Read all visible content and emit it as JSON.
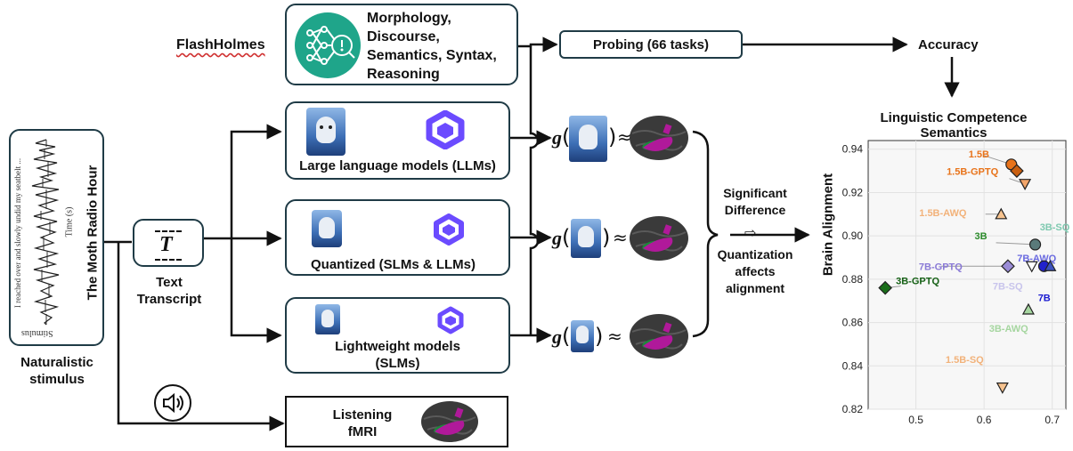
{
  "title_link": "FlashHolmes",
  "probing_topics": [
    "Morphology,",
    "Discourse,",
    "Semantics, Syntax,",
    "Reasoning"
  ],
  "probing_box": "Probing (66 tasks)",
  "accuracy": "Accuracy",
  "stimulus": {
    "vertical_title": "The Moth Radio Hour",
    "transcript_snippet": "I reached over and slowly undid my seatbelt ...",
    "time_axis": "Time (s)",
    "waveform_label": "Stimulus",
    "caption_line1": "Naturalistic",
    "caption_line2": "stimulus"
  },
  "transcript": {
    "line1": "Text",
    "line2": "Transcript",
    "icon_glyph": "T"
  },
  "models": {
    "llm": "Large language models (LLMs)",
    "quantized": "Quantized (SLMs & LLMs)",
    "slm_line1": "Lightweight models",
    "slm_line2": "(SLMs)"
  },
  "listening": {
    "line1": "Listening",
    "line2": "fMRI"
  },
  "alignment_formula": {
    "g": "g",
    "open": "(",
    "close": ")",
    "approx": "≈"
  },
  "middle_text": {
    "sig1": "Significant",
    "sig2": "Difference",
    "arrow": "⇨",
    "q1": "Quantization",
    "q2": "affects",
    "q3": "alignment"
  },
  "colors": {
    "box_border": "#1f3b46",
    "brain_dark": "#3a3a3a",
    "brain_green": "#1a8a3a",
    "brain_magenta": "#b0199a",
    "qwen_purple": "#6b4bff",
    "probe_teal": "#1fa58a"
  },
  "chart_data": {
    "type": "scatter",
    "title": "Linguistic Competence",
    "subtitle": "Semantics",
    "xlabel": "",
    "ylabel": "Brain Alignment",
    "xlim": [
      0.43,
      0.72
    ],
    "ylim": [
      0.82,
      0.944
    ],
    "xticks": [
      "0.5",
      "0.6",
      "0.7"
    ],
    "xtick_values": [
      0.5,
      0.6,
      0.7
    ],
    "yticks": [
      "0.82",
      "0.84",
      "0.86",
      "0.88",
      "0.90",
      "0.92",
      "0.94"
    ],
    "ytick_values": [
      0.82,
      0.84,
      0.86,
      0.88,
      0.9,
      0.92,
      0.94
    ],
    "grid": true,
    "points": [
      {
        "label": "1.5B",
        "x": 0.64,
        "y": 0.933,
        "shape": "circle",
        "fill": "#e8731a",
        "label_color": "#e8731a"
      },
      {
        "label": "",
        "x": 0.648,
        "y": 0.93,
        "shape": "diamond",
        "fill": "#c95f10",
        "label_color": "#c95f10"
      },
      {
        "label": "1.5B-GPTQ",
        "x": 0.66,
        "y": 0.924,
        "shape": "tri-down",
        "fill": "#f2a56a",
        "label_color": "#e8731a"
      },
      {
        "label": "1.5B-AWQ",
        "x": 0.625,
        "y": 0.91,
        "shape": "tri-up",
        "fill": "#f7c38f",
        "label_color": "#f2b27a"
      },
      {
        "label": "3B-SQ",
        "x": 0.7,
        "y": 0.905,
        "shape": "none",
        "fill": "#7fc9b0",
        "label_color": "#7fc9b0"
      },
      {
        "label": "3B",
        "x": 0.675,
        "y": 0.896,
        "shape": "circle",
        "fill": "#5a7a7a",
        "label_color": "#2a8a2a"
      },
      {
        "label": "7B-AWQ",
        "x": 0.685,
        "y": 0.893,
        "shape": "none",
        "fill": "#3b3bd6",
        "label_color": "#6a6ae0"
      },
      {
        "label": "7B-GPTQ",
        "x": 0.635,
        "y": 0.886,
        "shape": "diamond",
        "fill": "#9a8cd6",
        "label_color": "#8a7ad6"
      },
      {
        "label": "",
        "x": 0.67,
        "y": 0.886,
        "shape": "tri-down",
        "fill": "#ffffff",
        "label_color": "#444"
      },
      {
        "label": "",
        "x": 0.688,
        "y": 0.886,
        "shape": "circle",
        "fill": "#2222cc",
        "label_color": "#2222cc"
      },
      {
        "label": "",
        "x": 0.697,
        "y": 0.886,
        "shape": "tri-up",
        "fill": "#3d52c0",
        "label_color": "#3d52c0"
      },
      {
        "label": "7B-SQ",
        "x": 0.665,
        "y": 0.881,
        "shape": "none",
        "fill": "#c8c4ec",
        "label_color": "#c8c4ec"
      },
      {
        "label": "7B",
        "x": 0.7,
        "y": 0.879,
        "shape": "none",
        "fill": "#1a1ad0",
        "label_color": "#1a1ad0"
      },
      {
        "label": "3B-GPTQ",
        "x": 0.455,
        "y": 0.876,
        "shape": "diamond",
        "fill": "#1a6e1a",
        "label_color": "#156015"
      },
      {
        "label": "",
        "x": 0.665,
        "y": 0.866,
        "shape": "tri-up",
        "fill": "#a6d6a0",
        "label_color": "#a6d6a0"
      },
      {
        "label": "3B-AWQ",
        "x": 0.67,
        "y": 0.859,
        "shape": "none",
        "fill": "#a6d6a0",
        "label_color": "#a6d6a0"
      },
      {
        "label": "1.5B-SQ",
        "x": 0.635,
        "y": 0.843,
        "shape": "none",
        "fill": "#f2b27a",
        "label_color": "#f2b27a"
      },
      {
        "label": "",
        "x": 0.627,
        "y": 0.83,
        "shape": "tri-down",
        "fill": "#f7c38f",
        "label_color": "#f7c38f"
      }
    ]
  }
}
